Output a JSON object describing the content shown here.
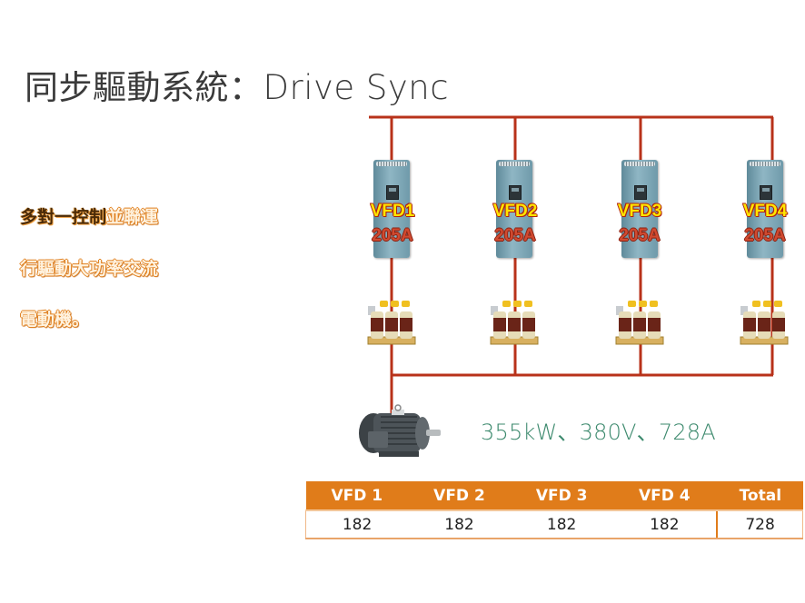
{
  "slide": {
    "title": "同步驅動系統：Drive Sync",
    "description": {
      "line1_dark": "多對一控制",
      "line1_orange": "並聯運",
      "line2": "行驅動大功率交流",
      "line3": "電動機。"
    },
    "colors": {
      "wire": "#b8321a",
      "title_text": "#3a3a3a",
      "specs_text": "#3d8a6e",
      "table_header": "#e07c1a",
      "vfd_name": "#ffe600",
      "vfd_amp": "#d04a30"
    }
  },
  "diagram": {
    "drives": [
      {
        "name": "VFD1",
        "rating": "205A",
        "icon": "vfd-drive-icon"
      },
      {
        "name": "VFD2",
        "rating": "205A",
        "icon": "vfd-drive-icon"
      },
      {
        "name": "VFD3",
        "rating": "205A",
        "icon": "vfd-drive-icon"
      },
      {
        "name": "VFD4",
        "rating": "205A",
        "icon": "vfd-drive-icon"
      }
    ],
    "reactor_icon": "reactor-icon",
    "motor_icon": "motor-icon",
    "motor_specs": "355kW、380V、728A"
  },
  "table": {
    "headers": [
      "VFD 1",
      "VFD 2",
      "VFD 3",
      "VFD 4",
      "Total"
    ],
    "rows": [
      [
        "182",
        "182",
        "182",
        "182",
        "728"
      ]
    ]
  }
}
